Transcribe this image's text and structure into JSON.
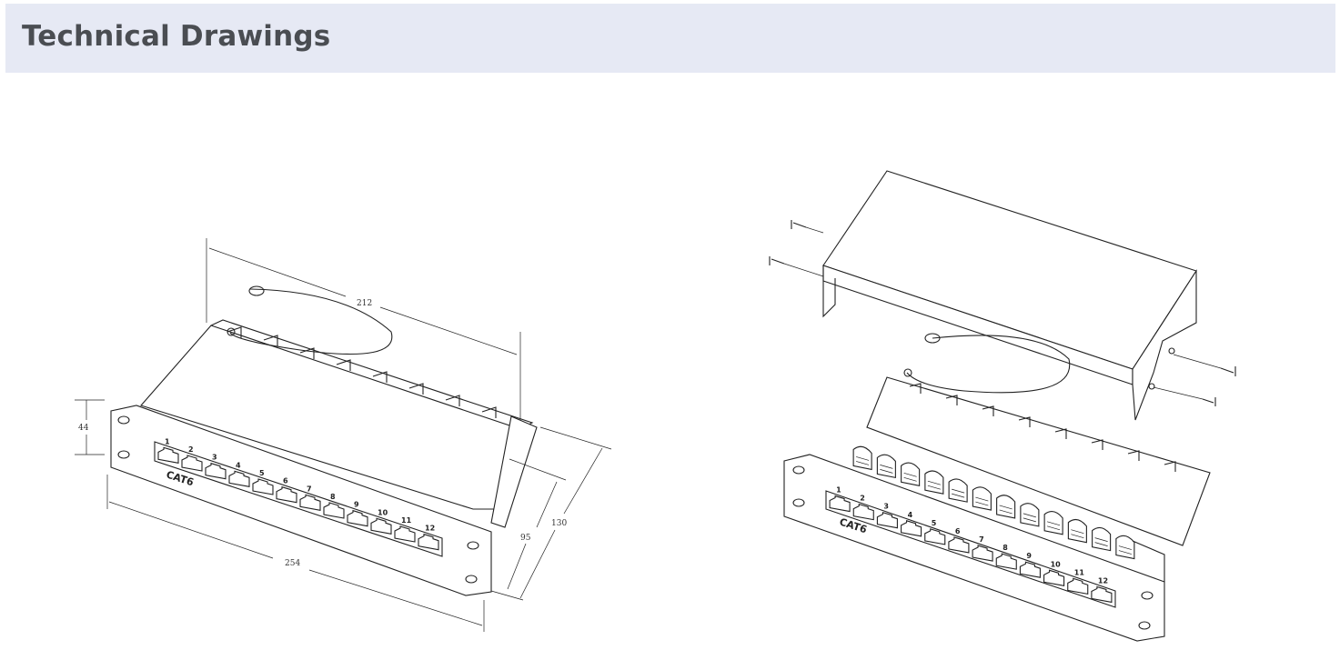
{
  "header": {
    "title": "Technical Drawings"
  },
  "left_drawing": {
    "dimensions": {
      "length": "212",
      "height": "44",
      "width_front": "254",
      "depth_inner": "95",
      "depth_outer": "130"
    },
    "cat_label": "CAT6",
    "port_labels": [
      "1",
      "2",
      "3",
      "4",
      "5",
      "6",
      "7",
      "8",
      "9",
      "10",
      "11",
      "12"
    ]
  },
  "right_drawing": {
    "cat_label": "CAT6",
    "port_labels": [
      "1",
      "2",
      "3",
      "4",
      "5",
      "6",
      "7",
      "8",
      "9",
      "10",
      "11",
      "12"
    ]
  },
  "colors": {
    "header_bg": "#e6e9f4",
    "header_text": "#4a4d52",
    "line": "#222222"
  }
}
